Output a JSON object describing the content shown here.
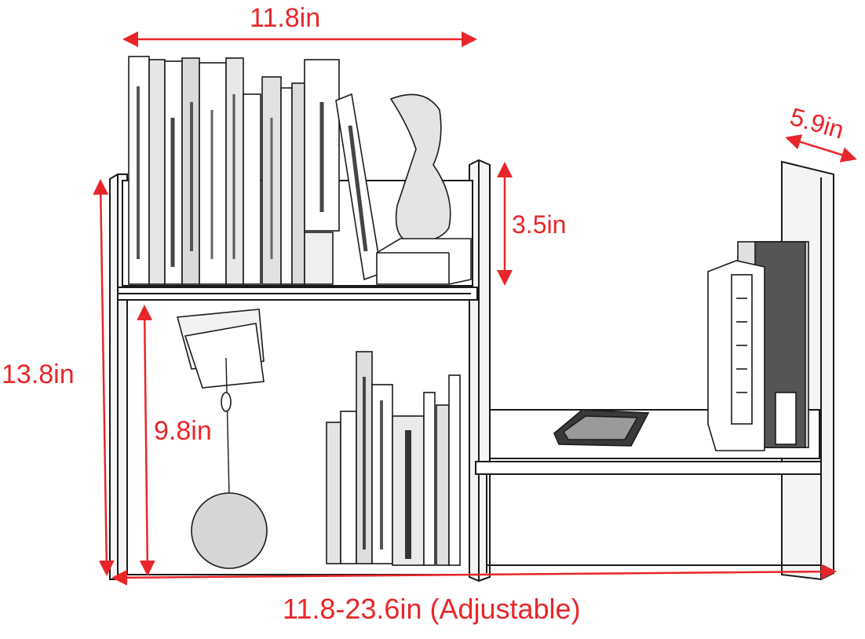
{
  "dimensions": {
    "top_width": "11.8in",
    "depth": "5.9in",
    "shelf_height": "3.5in",
    "total_height": "13.8in",
    "inner_height": "9.8in",
    "bottom_width": "11.8-23.6in (Adjustable)"
  },
  "colors": {
    "dimension": "#e8262a",
    "line": "#1a1a1a"
  }
}
